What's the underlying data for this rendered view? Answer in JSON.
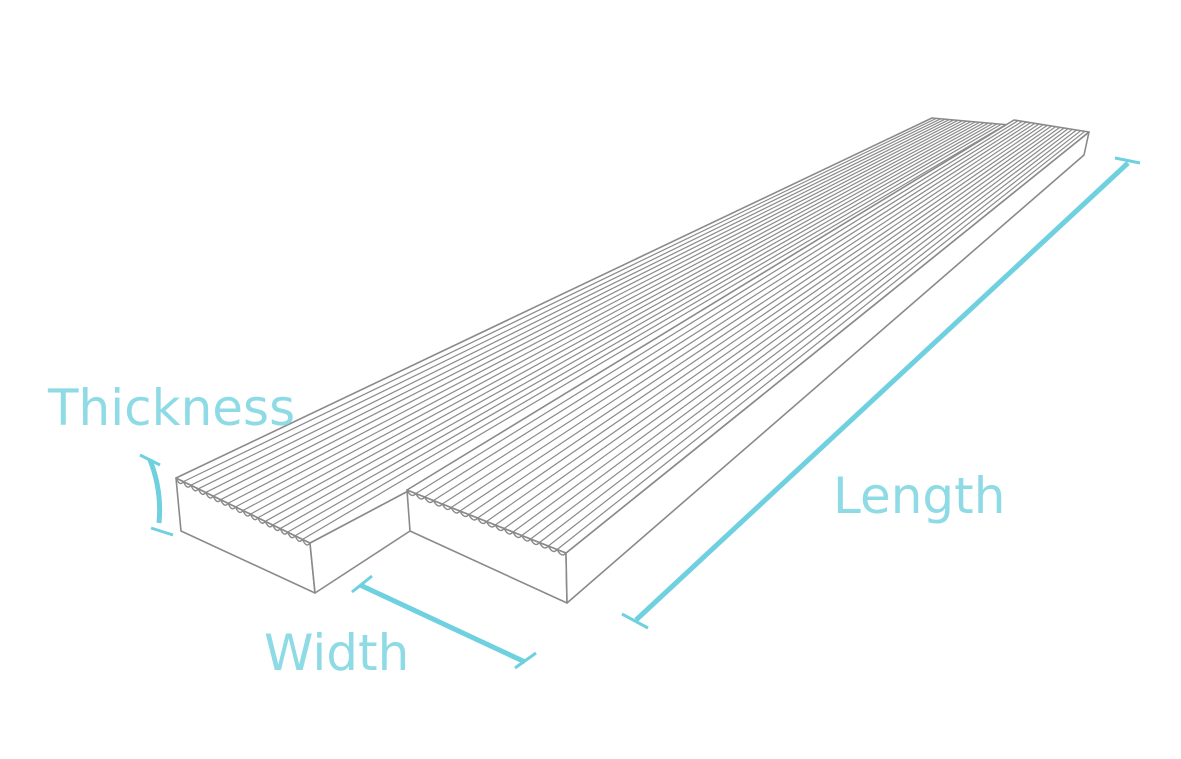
{
  "diagram": {
    "colors": {
      "background": "#ffffff",
      "outline": "#8a8a8a",
      "accent": "#6fd0df",
      "label": "#8fdbe5"
    },
    "labels": {
      "thickness": "Thickness",
      "width": "Width",
      "length": "Length"
    },
    "boards": [
      {
        "name": "back-board",
        "ribs": 17
      },
      {
        "name": "front-board",
        "ribs": 17
      }
    ]
  }
}
